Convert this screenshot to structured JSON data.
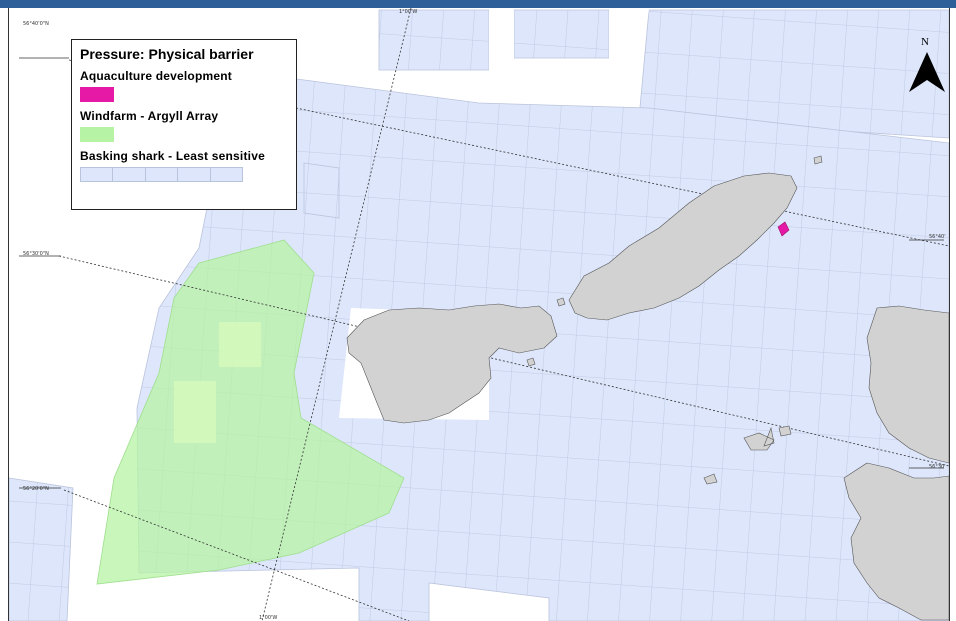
{
  "legend": {
    "title": "Pressure: Physical barrier",
    "items": [
      {
        "label": "Aquaculture development",
        "color": "#e619a6"
      },
      {
        "label": "Windfarm - Argyll Array",
        "color": "#b7f3a4"
      },
      {
        "label": "Basking shark - Least sensitive",
        "color": "#dde6fb"
      }
    ]
  },
  "north_arrow": {
    "label": "N"
  },
  "coordinates": {
    "top": "1°00'W",
    "left_upper": "56°40'0\"N",
    "left_middle": "56°30'0\"N",
    "left_lower": "56°20'0\"N",
    "right_upper": "56°40'",
    "right_lower": "56°30'",
    "bottom": "1°00'W"
  },
  "colors": {
    "land": "#d2d2d2",
    "shark_cells": "#dde6fb",
    "windfarm": "#b7f3a4",
    "aquaculture": "#e619a6",
    "frame": "#2f5f98"
  }
}
